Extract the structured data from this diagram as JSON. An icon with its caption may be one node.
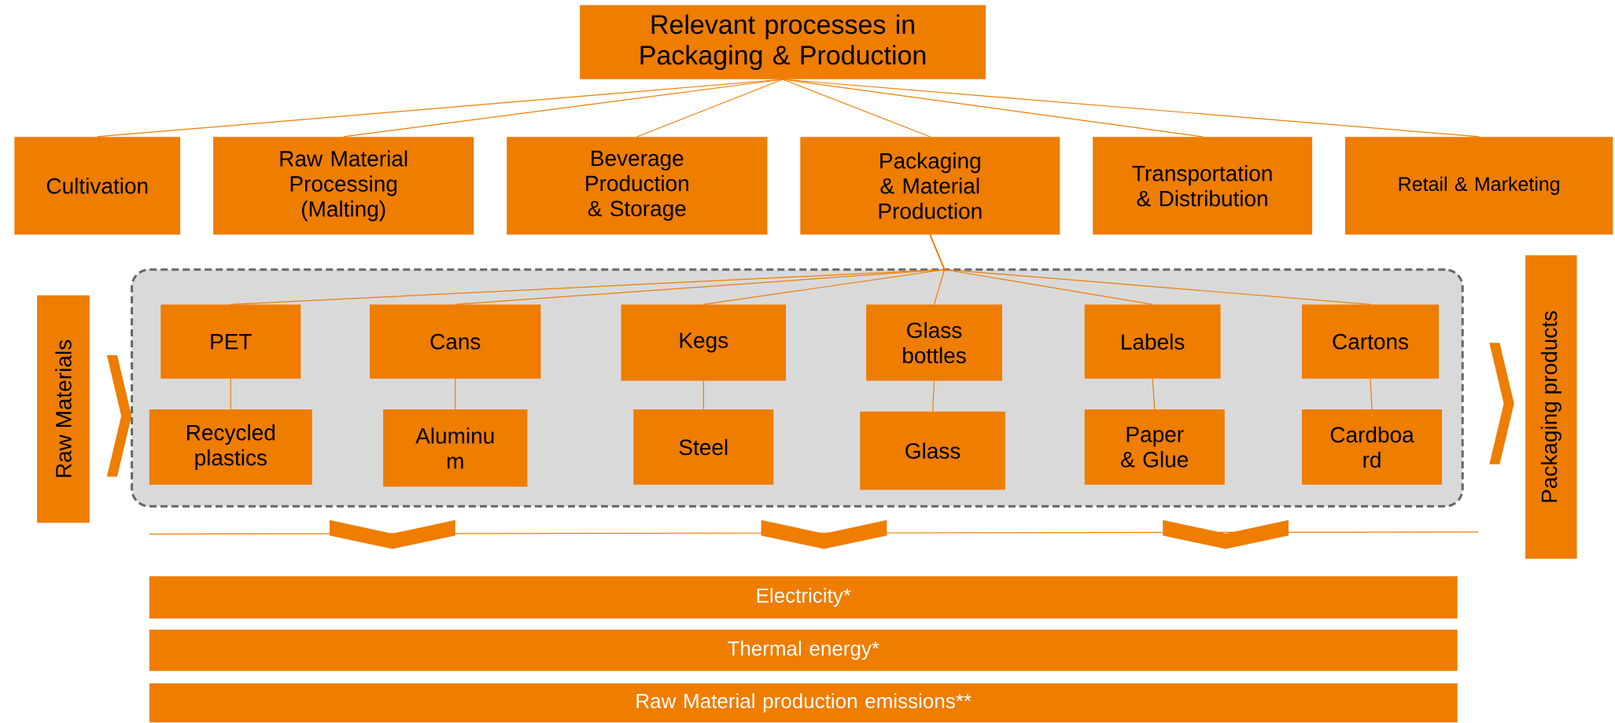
{
  "diagram": {
    "nodes": [
      {
        "text": [
          "Relevant processes in Packaging & Production"
        ]
      },
      {
        "text": [
          "Cultivation"
        ]
      },
      {
        "text": [
          "Raw Material Processing (Malting)"
        ]
      },
      {
        "text": [
          "Beverage Production & Storage"
        ]
      },
      {
        "text": [
          "Packaging & Material Production"
        ]
      },
      {
        "text": [
          "Transportation & Distribution"
        ]
      },
      {
        "text": [
          "Retail & Marketing"
        ]
      },
      {
        "text": [],
        "shape": "box"
      },
      {
        "text": [
          "PET"
        ],
        "in": 7
      },
      {
        "text": [
          "Recycled plastics"
        ],
        "in": 7
      },
      {
        "text": [
          "Cans"
        ],
        "in": 7
      },
      {
        "text": [
          "Aluminu m"
        ],
        "in": 7
      },
      {
        "text": [
          "Kegs"
        ],
        "in": 7
      },
      {
        "text": [
          "Steel"
        ],
        "in": 7
      },
      {
        "text": [
          "Glass bottles"
        ],
        "in": 7
      },
      {
        "text": [
          "Glass"
        ],
        "in": 7
      },
      {
        "text": [
          "Labels"
        ],
        "in": 7
      },
      {
        "text": [
          "Paper & Glue"
        ],
        "in": 7
      },
      {
        "text": [
          "Cartons"
        ],
        "in": 7
      },
      {
        "text": [
          "Cardboa rd"
        ],
        "in": 7
      },
      {
        "text": [
          "Raw Materials"
        ]
      },
      {
        "text": [
          "Packaging products"
        ]
      },
      {
        "text": [
          "Electricity*"
        ]
      },
      {
        "text": [
          "Thermal energy*"
        ]
      },
      {
        "text": [
          "Raw Material production emissions**"
        ]
      }
    ],
    "edges": [
      {
        "from": 0,
        "to": 1,
        "arrow": "none"
      },
      {
        "from": 0,
        "to": 2,
        "arrow": "none"
      },
      {
        "from": 0,
        "to": 3,
        "arrow": "none"
      },
      {
        "from": 0,
        "to": 4,
        "arrow": "none"
      },
      {
        "from": 0,
        "to": 5,
        "arrow": "none"
      },
      {
        "from": 0,
        "to": 6,
        "arrow": "none"
      },
      {
        "from": 4,
        "to": 8,
        "arrow": "none"
      },
      {
        "from": 4,
        "to": 10,
        "arrow": "none"
      },
      {
        "from": 4,
        "to": 12,
        "arrow": "none"
      },
      {
        "from": 4,
        "to": 14,
        "arrow": "none"
      },
      {
        "from": 4,
        "to": 16,
        "arrow": "none"
      },
      {
        "from": 4,
        "to": 18,
        "arrow": "none"
      },
      {
        "from": 8,
        "to": 9,
        "arrow": "none"
      },
      {
        "from": 10,
        "to": 11,
        "arrow": "none"
      },
      {
        "from": 12,
        "to": 13,
        "arrow": "none"
      },
      {
        "from": 14,
        "to": 15,
        "arrow": "none"
      },
      {
        "from": 16,
        "to": 17,
        "arrow": "none"
      },
      {
        "from": 18,
        "to": 19,
        "arrow": "none"
      },
      {
        "from": 20,
        "to": 7,
        "arrow": "to"
      },
      {
        "from": 7,
        "to": 21,
        "arrow": "to"
      },
      {
        "from": 7,
        "to": 22,
        "arrow": "to"
      },
      {
        "from": 7,
        "to": 22,
        "arrow": "to"
      },
      {
        "from": 7,
        "to": 22,
        "arrow": "to"
      }
    ]
  }
}
